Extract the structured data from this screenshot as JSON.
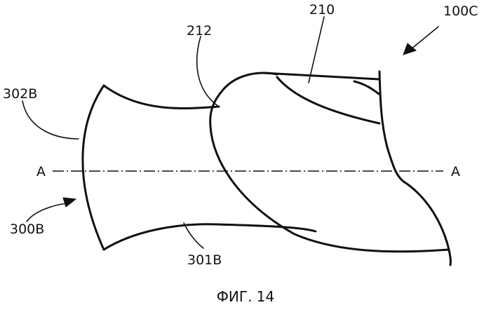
{
  "figure": {
    "caption": "ФИГ. 14",
    "labels": {
      "ref_210": "210",
      "ref_212": "212",
      "ref_100C": "100C",
      "ref_302B": "302B",
      "ref_300B": "300B",
      "ref_301B": "301B",
      "axis_left": "A",
      "axis_right": "A"
    }
  }
}
